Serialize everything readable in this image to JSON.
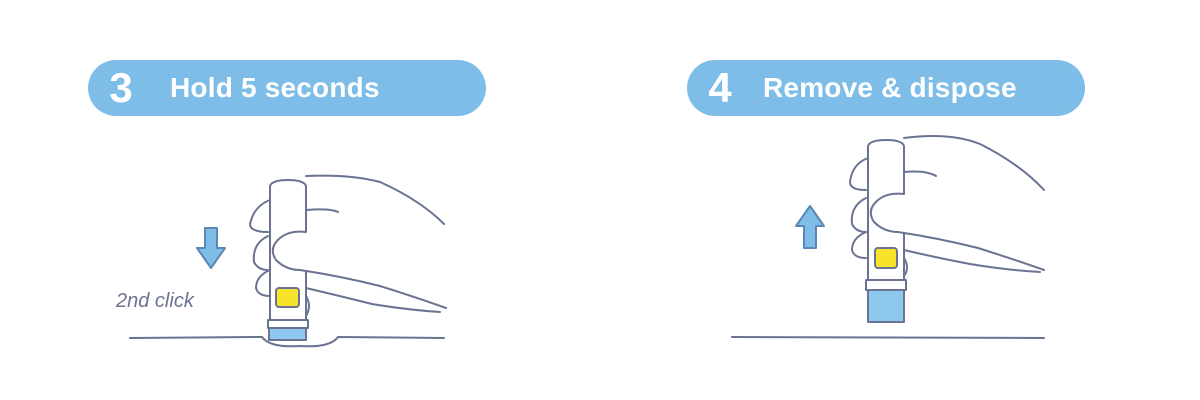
{
  "colors": {
    "accent": "#7fbde9",
    "ink": "#6a7392",
    "yellow": "#f6e32a",
    "tip": "#8ec8ef"
  },
  "steps": [
    {
      "number": "3",
      "title": "Hold 5 seconds",
      "annotation": "2nd click",
      "arrow": "down-arrow-icon"
    },
    {
      "number": "4",
      "title": "Remove & dispose",
      "arrow": "up-arrow-icon"
    }
  ]
}
